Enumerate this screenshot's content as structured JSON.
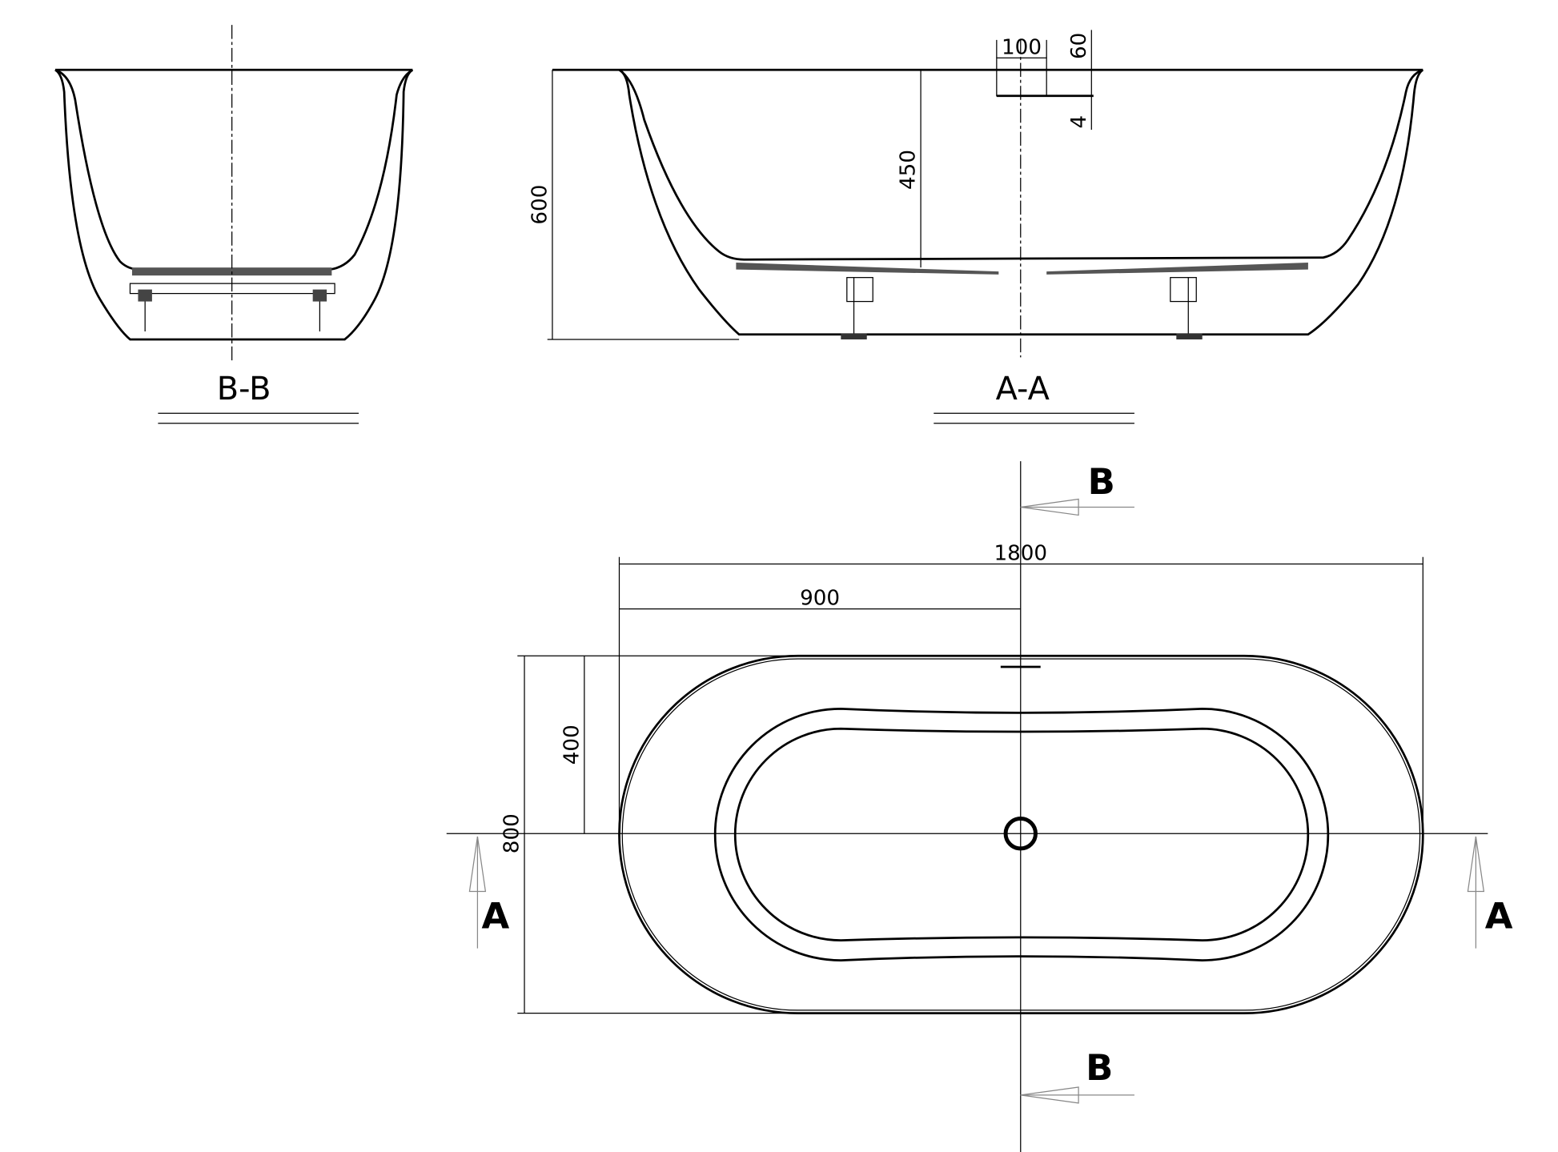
{
  "section_bb": {
    "label": "B-B"
  },
  "section_aa": {
    "label": "A-A",
    "dims": {
      "overflow_width": "100",
      "overflow_height": "60",
      "overflow_gap": "4",
      "water_depth": "450",
      "total_height": "600"
    }
  },
  "plan": {
    "dims": {
      "length": "1800",
      "half_length": "900",
      "half_width": "400",
      "width": "800"
    },
    "markers": {
      "b_top": "B",
      "b_bottom": "B",
      "a_left": "A",
      "a_right": "A"
    }
  },
  "colors": {
    "line": "#000000",
    "section_arrow": "#888888"
  }
}
